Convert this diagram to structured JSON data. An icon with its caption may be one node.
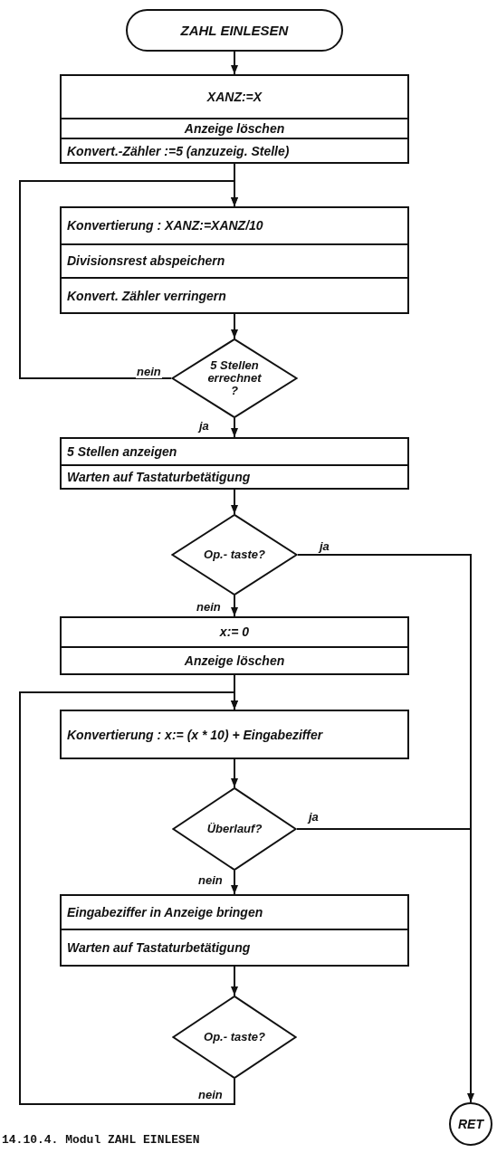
{
  "diagram": {
    "caption": "14.10.4. Modul ZAHL EINLESEN",
    "nodes": [
      {
        "text": [
          "ZAHL EINLESEN"
        ]
      },
      {
        "text": [
          "XANZ:=X",
          "Anzeige löschen",
          "Konvert.-Zähler :=5 (anzuzeig. Stelle)"
        ]
      },
      {
        "text": [
          "Konvertierung : XANZ:=XANZ/10",
          "Divisionsrest abspeichern",
          "Konvert. Zähler verringern"
        ]
      },
      {
        "text": [
          "5 Stellen errechnet ?"
        ]
      },
      {
        "text": [
          "5 Stellen anzeigen",
          "Warten auf Tastaturbetätigung"
        ]
      },
      {
        "text": [
          "Op.- taste?"
        ]
      },
      {
        "text": [
          "x:= 0",
          "Anzeige löschen"
        ]
      },
      {
        "text": [
          "Konvertierung : x:= (x * 10) + Eingabeziffer"
        ]
      },
      {
        "text": [
          "Überlauf?"
        ]
      },
      {
        "text": [
          "Eingabeziffer in Anzeige bringen",
          "Warten auf Tastaturbetätigung"
        ]
      },
      {
        "text": [
          "Op.- taste?"
        ]
      },
      {
        "text": [
          "RET"
        ]
      }
    ],
    "edges": [
      {
        "from": 0,
        "to": 1,
        "arrow": "to"
      },
      {
        "from": 1,
        "to": 2,
        "arrow": "to"
      },
      {
        "from": 2,
        "to": 3,
        "arrow": "to"
      },
      {
        "from": 3,
        "to": 2,
        "label": "nein",
        "arrow": "to"
      },
      {
        "from": 3,
        "to": 4,
        "label": "ja",
        "arrow": "to"
      },
      {
        "from": 4,
        "to": 5,
        "arrow": "to"
      },
      {
        "from": 5,
        "to": 11,
        "label": "ja",
        "arrow": "none"
      },
      {
        "from": 5,
        "to": 6,
        "label": "nein",
        "arrow": "to"
      },
      {
        "from": 6,
        "to": 7,
        "arrow": "to"
      },
      {
        "from": 7,
        "to": 8,
        "arrow": "to"
      },
      {
        "from": 8,
        "to": 11,
        "label": "ja",
        "arrow": "to"
      },
      {
        "from": 8,
        "to": 9,
        "label": "nein",
        "arrow": "to"
      },
      {
        "from": 9,
        "to": 10,
        "arrow": "to"
      },
      {
        "from": 10,
        "to": 7,
        "label": "nein",
        "arrow": "to"
      }
    ]
  }
}
